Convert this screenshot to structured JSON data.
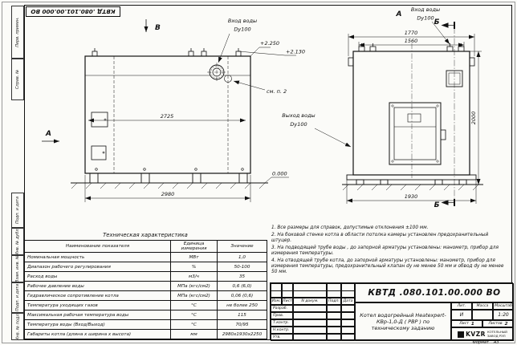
{
  "doc": {
    "number": "КВТД .080.101.00.000 ВО",
    "format_label": "Формат",
    "format_value": "А3"
  },
  "margin_labels": {
    "perv_primen": "Перв. примен.",
    "sprav_no": "Справ. №",
    "podp_data_1": "Подп. и дата",
    "inv_dubl": "Инв. № дубл.",
    "vzam_inv": "Взам. инв. №",
    "podp_data_2": "Подп. и дата",
    "inv_podl": "Инв. № подл."
  },
  "drawing": {
    "view_b_label": "В",
    "view_a_label": "А",
    "section_b_label": "Б",
    "inlet_label": "Вход воды",
    "inlet_dn": "Dy100",
    "outlet_label": "Выход воды",
    "outlet_dn": "Dy100",
    "see_note_label": "см. п. 2",
    "elev_top": "+2.250",
    "elev_mid": "+2.130",
    "elev_zero": "0.000",
    "dim_left_inner": "2725",
    "dim_left_width": "2980",
    "dim_right_top": "1770",
    "dim_right_top2": "1560",
    "dim_right_bottom": "1930",
    "dim_right_height": "2000"
  },
  "notes": [
    "1. Все размеры для справок, допустимые отклонения ±100 мм.",
    "2. На боковой стенке котла в области потолка камеры установлен предохранительный штуцер.",
    "3. На подводящей трубе воды , до запорной арматуры установлены: манометр, прибор для измерения температуры.",
    "4. На отводящей трубе котла, до запорной арматуры установлены: манометр, прибор для измерения температуры, предохранительный клапан dу не менее 50 мм и обвод dу не менее 50 мм."
  ],
  "spec_table": {
    "title": "Техническая характеристика",
    "headers": [
      "Наименование показателя",
      "Единица измерения",
      "Значение"
    ],
    "rows": [
      [
        "Номинальная мощность",
        "МВт",
        "1,0"
      ],
      [
        "Диапазон рабочего регулирования",
        "%",
        "50-100"
      ],
      [
        "Расход воды",
        "м3/ч",
        "35"
      ],
      [
        "Рабочее давление воды",
        "МПа (кгс/см2)",
        "0,6 (6,0)"
      ],
      [
        "Гидравлическое сопротивление котла",
        "МПа (кгс/см2)",
        "0,06 (0,6)"
      ],
      [
        "Температура уходящих газов",
        "°С",
        "не более 250"
      ],
      [
        "Максимальная рабочая температура воды",
        "°С",
        "115"
      ],
      [
        "Температура воды (Вход/Выход)",
        "°С",
        "70/95"
      ],
      [
        "Габариты котла (длина х ширина х высота)",
        "мм",
        "2980х1930х2250"
      ]
    ]
  },
  "title_block": {
    "doc_number": "КВТД .080.101.00.000 ВО",
    "product_name": "Котел водогрейный Heatexpert-КВр-1,0-Д ( РВР ) по техническому заданию",
    "header_cols": [
      "Изм.",
      "Лист",
      "N докум.",
      "Подп.",
      "Дата"
    ],
    "sig_rows": [
      "Разраб.",
      "Пров.",
      "Т.контр.",
      "Н.контр.",
      "Утв."
    ],
    "lit_label": "Лит.",
    "lit_value": "И",
    "mass_label": "Масса",
    "scale_label": "Масштаб",
    "scale_value": "1:20",
    "sheet_label": "Лист",
    "sheet_value": "1",
    "sheets_label": "Листов",
    "sheets_value": "2",
    "logo_text": "KVZR",
    "company_line1": "КОТЕЛЬНЫЙ",
    "company_line2": "ЗАВОД РЭП"
  }
}
